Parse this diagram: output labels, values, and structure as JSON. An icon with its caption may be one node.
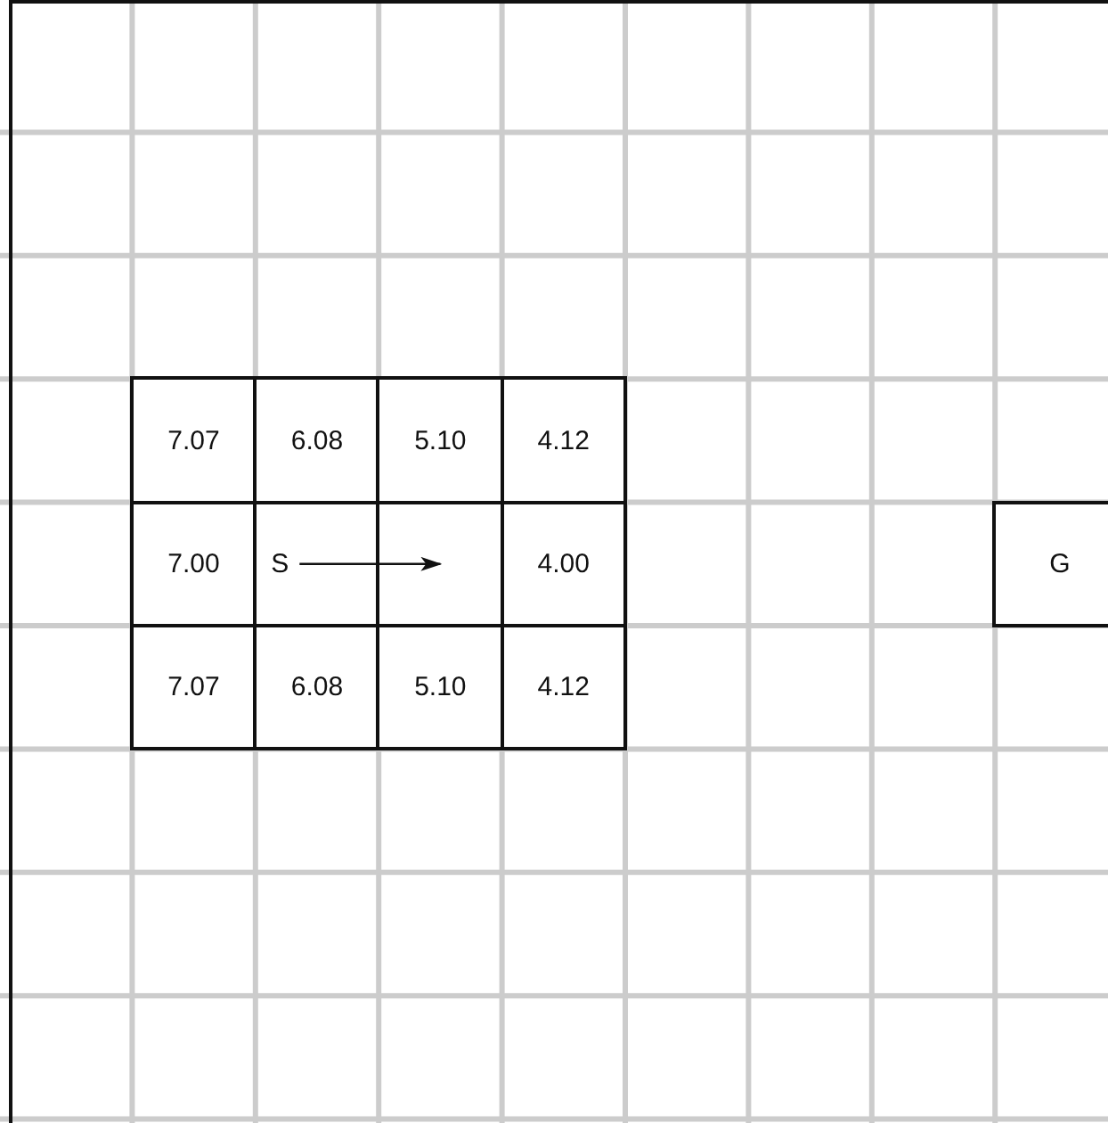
{
  "diagram": {
    "nodes": [
      {
        "text": [
          "7.07"
        ]
      },
      {
        "text": [
          "6.08"
        ]
      },
      {
        "text": [
          "5.10"
        ]
      },
      {
        "text": [
          "4.12"
        ]
      },
      {
        "text": [
          "7.00"
        ]
      },
      {
        "text": [
          "S"
        ]
      },
      {
        "text": [],
        "shape": "box"
      },
      {
        "text": [
          "4.00"
        ]
      },
      {
        "text": [
          "G"
        ]
      },
      {
        "text": [
          "7.07"
        ]
      },
      {
        "text": [
          "6.08"
        ]
      },
      {
        "text": [
          "5.10"
        ]
      },
      {
        "text": [
          "4.12"
        ]
      }
    ],
    "edges": [
      {
        "from": 5,
        "to": 6,
        "arrow": "to"
      }
    ]
  }
}
